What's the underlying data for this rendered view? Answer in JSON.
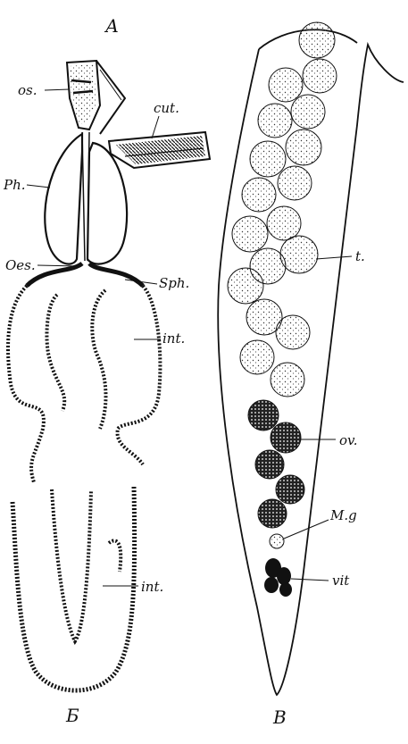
{
  "figure": {
    "panels": [
      {
        "letter": "А"
      },
      {
        "letter": "Б"
      },
      {
        "letter": "В"
      }
    ],
    "labels": {
      "os": "os.",
      "cut": "cut.",
      "ph": "Ph.",
      "oes": "Oes.",
      "sph": "Sph.",
      "int_a": "int.",
      "int_b": "int.",
      "t": "t.",
      "ov": "ov.",
      "mg": "M.g",
      "vit": "vit"
    }
  }
}
